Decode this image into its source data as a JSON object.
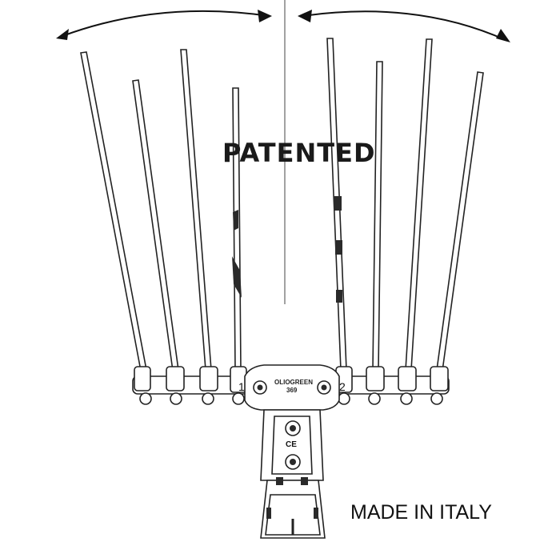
{
  "labels": {
    "patented": "PATENTED",
    "made_in": "MADE IN ITALY",
    "brand_line1": "OLIOGREEN",
    "brand_line2": "369",
    "ce_mark": "CE",
    "left_number": "1",
    "right_number": "2"
  },
  "colors": {
    "ink": "#222222",
    "background": "#ffffff"
  }
}
